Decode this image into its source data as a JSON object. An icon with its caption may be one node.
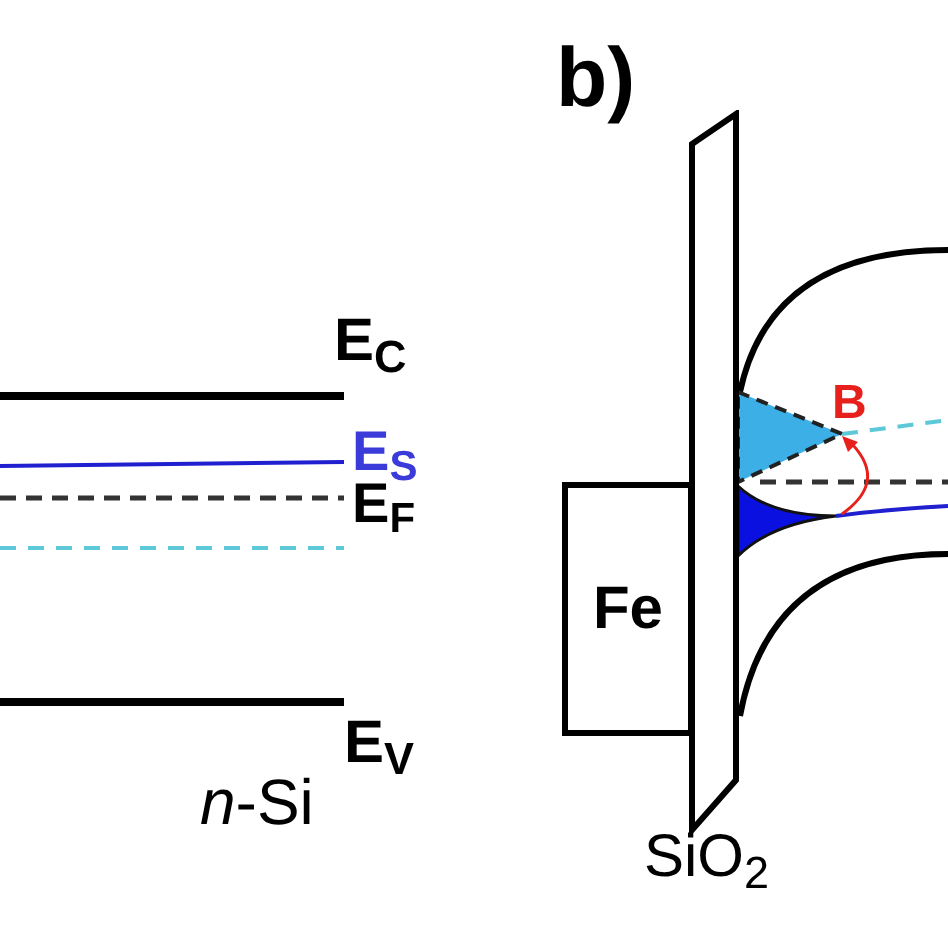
{
  "diagram": {
    "nodes": [
      {
        "text": [
          "Fe"
        ]
      },
      {
        "text": [],
        "shape": "box",
        "beside": [
          "SiO$_{2}$"
        ]
      }
    ],
    "labels": [
      "b)",
      "E$_{C}$",
      "E$_{S}$",
      "E$_{F}$",
      "E$_{V}$",
      "*n*-Si",
      "B"
    ]
  }
}
